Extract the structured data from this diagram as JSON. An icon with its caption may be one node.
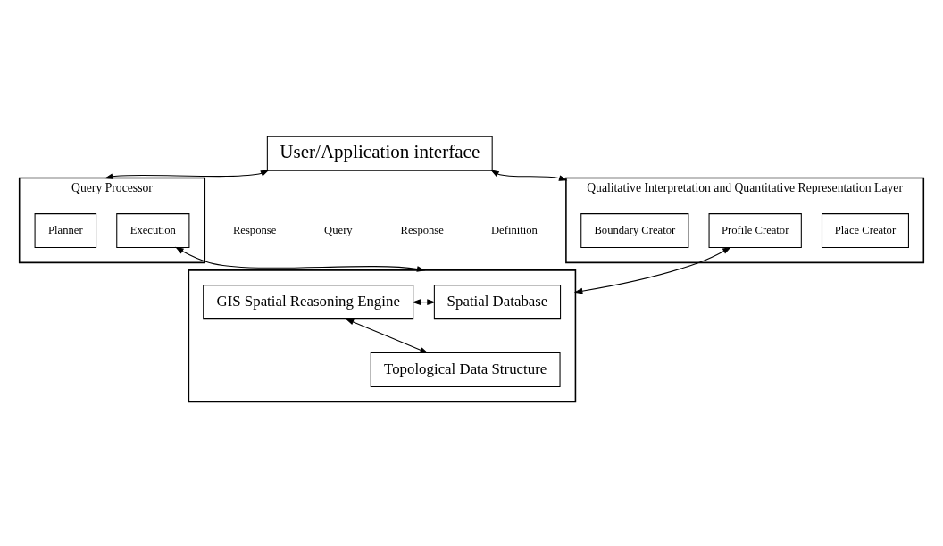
{
  "diagram": {
    "nodes": [
      {
        "text": [
          "User/Application interface"
        ]
      },
      {
        "text": [
          "Query Processor"
        ]
      },
      {
        "text": [
          "Planner"
        ],
        "in": 1
      },
      {
        "text": [
          "Execution"
        ],
        "in": 1
      },
      {
        "text": [
          "Qualitative Interpretation and Quantitative Representation Layer"
        ]
      },
      {
        "text": [
          "Boundary Creator"
        ],
        "in": 4
      },
      {
        "text": [
          "Profile Creator"
        ],
        "in": 4
      },
      {
        "text": [
          "Place Creator"
        ],
        "in": 4
      },
      {
        "text": [],
        "shape": "box"
      },
      {
        "text": [
          "Spatial Database"
        ],
        "in": 8
      },
      {
        "text": [
          "Topological Data Structure"
        ],
        "in": 8
      },
      {
        "text": [
          "GIS Spatial Reasoning Engine"
        ],
        "in": 8
      }
    ],
    "edges": [
      {
        "from": 0,
        "to": 1,
        "arrow": "both"
      },
      {
        "from": 0,
        "to": 4,
        "arrow": "both"
      },
      {
        "from": 3,
        "to": 8,
        "arrow": "both"
      },
      {
        "from": 6,
        "to": 8,
        "arrow": "both"
      },
      {
        "from": 9,
        "to": 11,
        "arrow": "both"
      },
      {
        "from": 10,
        "to": 11,
        "arrow": "both"
      }
    ],
    "labels": [
      "Response",
      "Query",
      "Response",
      "Definition"
    ]
  }
}
